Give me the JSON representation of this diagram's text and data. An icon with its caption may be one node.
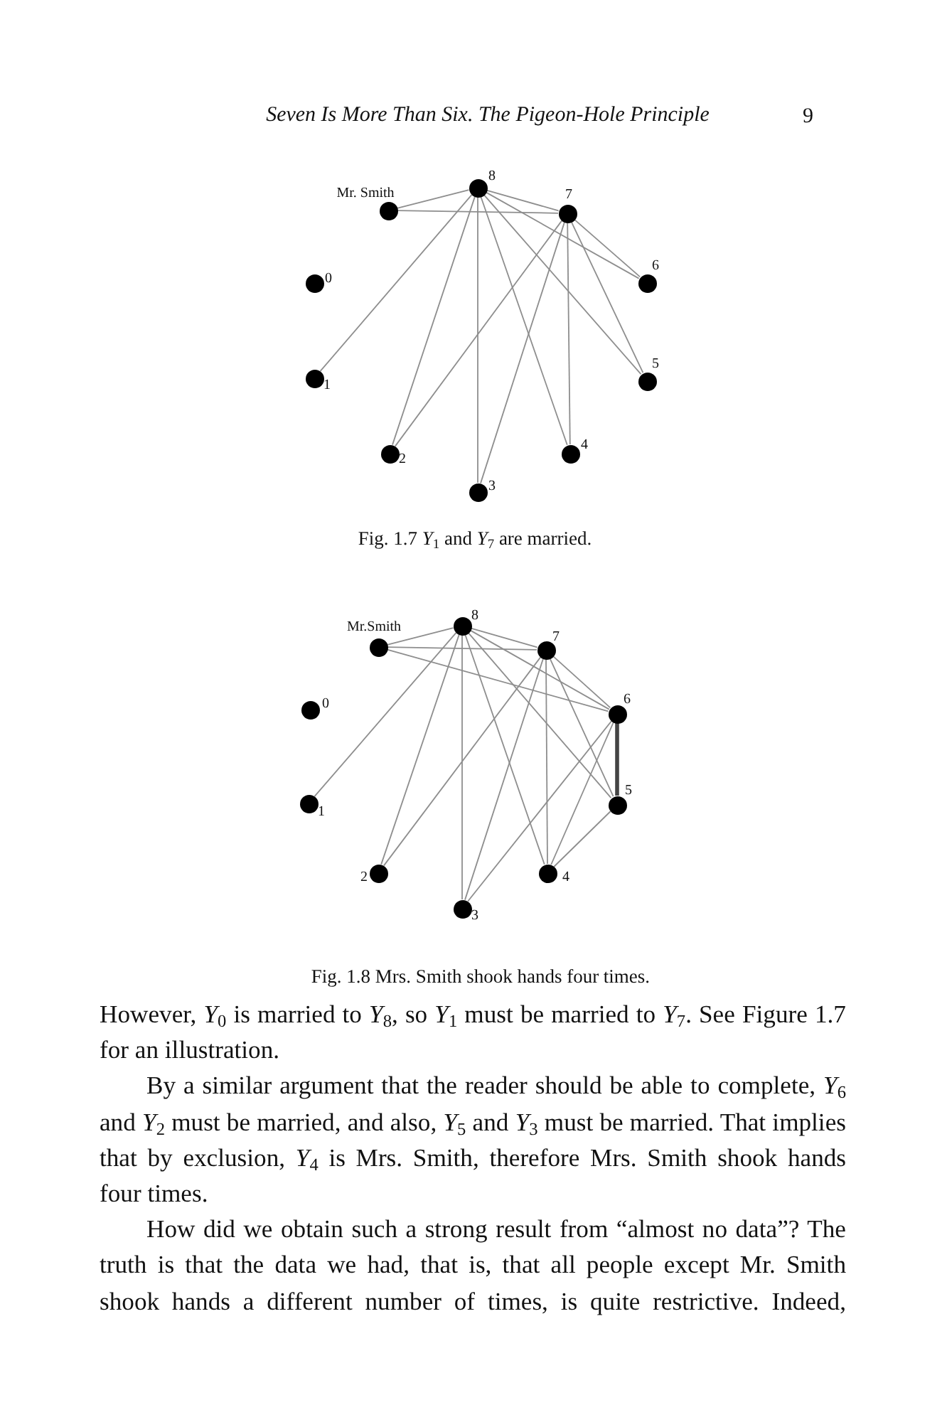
{
  "diagram": {
    "title": "Seven Is More Than Six. The Pigeon-Hole Principle",
    "nodes": [
      {
        "text": [],
        "shape": "circle",
        "beside": [
          "Mr. Smith"
        ]
      },
      {
        "text": [],
        "shape": "circle",
        "beside": [
          "8"
        ]
      },
      {
        "text": [],
        "shape": "circle",
        "beside": [
          "7"
        ]
      },
      {
        "text": [],
        "shape": "circle",
        "beside": [
          "0"
        ]
      },
      {
        "text": [],
        "shape": "circle",
        "beside": [
          "6"
        ]
      },
      {
        "text": [],
        "shape": "circle",
        "beside": [
          "1"
        ]
      },
      {
        "text": [],
        "shape": "circle",
        "beside": [
          "5"
        ]
      },
      {
        "text": [],
        "shape": "circle",
        "beside": [
          "2"
        ]
      },
      {
        "text": [],
        "shape": "circle",
        "beside": [
          "4"
        ]
      },
      {
        "text": [],
        "shape": "circle",
        "beside": [
          "3"
        ]
      },
      {
        "text": [],
        "shape": "circle",
        "beside": [
          "Mr.Smith"
        ]
      },
      {
        "text": [],
        "shape": "circle",
        "beside": [
          "8"
        ]
      },
      {
        "text": [],
        "shape": "circle",
        "beside": [
          "7"
        ]
      },
      {
        "text": [],
        "shape": "circle",
        "beside": [
          "0"
        ]
      },
      {
        "text": [],
        "shape": "circle",
        "beside": [
          "6"
        ]
      },
      {
        "text": [],
        "shape": "circle",
        "beside": [
          "1"
        ]
      },
      {
        "text": [],
        "shape": "circle",
        "beside": [
          "5"
        ]
      },
      {
        "text": [],
        "shape": "circle",
        "beside": [
          "2"
        ]
      },
      {
        "text": [],
        "shape": "circle",
        "beside": [
          "4"
        ]
      },
      {
        "text": [],
        "shape": "circle",
        "beside": [
          "3"
        ]
      }
    ],
    "edges": [
      {
        "from": 1,
        "to": 0,
        "arrow": "none"
      },
      {
        "from": 0,
        "to": 2,
        "arrow": "none"
      },
      {
        "from": 1,
        "to": 2,
        "arrow": "none"
      },
      {
        "from": 1,
        "to": 5,
        "arrow": "none"
      },
      {
        "from": 1,
        "to": 7,
        "arrow": "none"
      },
      {
        "from": 1,
        "to": 9,
        "arrow": "none"
      },
      {
        "from": 1,
        "to": 8,
        "arrow": "none"
      },
      {
        "from": 1,
        "to": 6,
        "arrow": "none"
      },
      {
        "from": 1,
        "to": 4,
        "arrow": "none"
      },
      {
        "from": 2,
        "to": 7,
        "arrow": "none"
      },
      {
        "from": 2,
        "to": 9,
        "arrow": "none"
      },
      {
        "from": 2,
        "to": 8,
        "arrow": "none"
      },
      {
        "from": 2,
        "to": 6,
        "arrow": "none"
      },
      {
        "from": 2,
        "to": 4,
        "arrow": "none"
      },
      {
        "from": 11,
        "to": 10,
        "arrow": "none"
      },
      {
        "from": 10,
        "to": 12,
        "arrow": "none"
      },
      {
        "from": 10,
        "to": 14,
        "arrow": "none"
      },
      {
        "from": 11,
        "to": 12,
        "arrow": "none"
      },
      {
        "from": 11,
        "to": 15,
        "arrow": "none"
      },
      {
        "from": 11,
        "to": 17,
        "arrow": "none"
      },
      {
        "from": 11,
        "to": 19,
        "arrow": "none"
      },
      {
        "from": 11,
        "to": 18,
        "arrow": "none"
      },
      {
        "from": 11,
        "to": 16,
        "arrow": "none"
      },
      {
        "from": 11,
        "to": 14,
        "arrow": "none"
      },
      {
        "from": 12,
        "to": 17,
        "arrow": "none"
      },
      {
        "from": 12,
        "to": 19,
        "arrow": "none"
      },
      {
        "from": 12,
        "to": 18,
        "arrow": "none"
      },
      {
        "from": 12,
        "to": 16,
        "arrow": "none"
      },
      {
        "from": 12,
        "to": 14,
        "arrow": "none"
      },
      {
        "from": 14,
        "to": 16,
        "arrow": "none",
        "style": "thick",
        "color": "#444444"
      },
      {
        "from": 14,
        "to": 18,
        "arrow": "none"
      },
      {
        "from": 14,
        "to": 19,
        "arrow": "none"
      },
      {
        "from": 16,
        "to": 18,
        "arrow": "none"
      }
    ],
    "labels": [
      "9",
      "Fig. 1.7 *Y*$_{1}$ and *Y*$_{7}$ are married.",
      "Fig. 1.8 Mrs. Smith shook hands four times.",
      "However, *Y*$_{0}$ is married to *Y*$_{8}$, so *Y*$_{1}$ must be married to *Y*$_{7}$. See Figure 1.7 for an illustration.",
      "By a similar argument that the reader should be able to complete, *Y*$_{6}$ and *Y*$_{2}$ must be married, and also, *Y*$_{5}$ and *Y*$_{3}$ must be married. That implies that by exclusion, *Y*$_{4}$ is Mrs. Smith, therefore Mrs. Smith shook hands four times.",
      "How did we obtain such a strong result from “almost no data”? The truth is that the data we had, that is, that all people except Mr. Smith shook hands a different number of times, is quite restrictive. Indeed,"
    ]
  }
}
